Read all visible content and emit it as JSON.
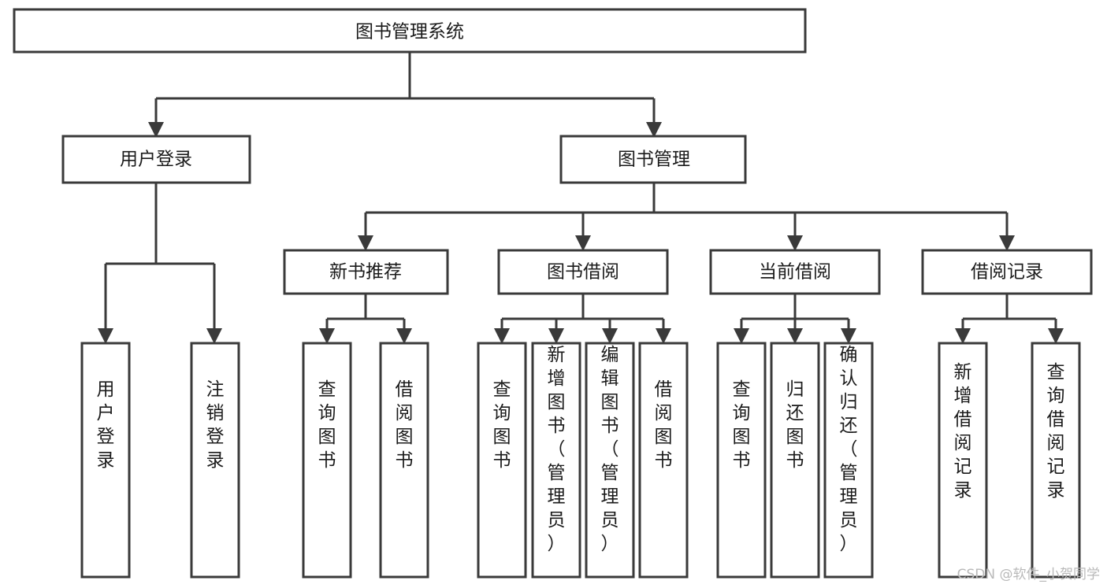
{
  "diagram": {
    "title": "图书管理系统",
    "type": "tree",
    "root": {
      "label": "图书管理系统",
      "orientation": "horizontal"
    },
    "level1": [
      {
        "label": "用户登录",
        "orientation": "horizontal"
      },
      {
        "label": "图书管理",
        "orientation": "horizontal"
      }
    ],
    "level2": [
      {
        "label": "新书推荐",
        "orientation": "horizontal"
      },
      {
        "label": "图书借阅",
        "orientation": "horizontal"
      },
      {
        "label": "当前借阅",
        "orientation": "horizontal"
      },
      {
        "label": "借阅记录",
        "orientation": "horizontal"
      }
    ],
    "leaves": {
      "user_login": [
        {
          "label": "用户登录",
          "orientation": "vertical"
        },
        {
          "label": "注销登录",
          "orientation": "vertical"
        }
      ],
      "new_book_recommend": [
        {
          "label": "查询图书",
          "orientation": "vertical"
        },
        {
          "label": "借阅图书",
          "orientation": "vertical"
        }
      ],
      "book_borrow": [
        {
          "label": "查询图书",
          "orientation": "vertical"
        },
        {
          "label": "新增图书（管理员）",
          "orientation": "vertical"
        },
        {
          "label": "编辑图书（管理员）",
          "orientation": "vertical"
        },
        {
          "label": "借阅图书",
          "orientation": "vertical"
        }
      ],
      "current_borrow": [
        {
          "label": "查询图书",
          "orientation": "vertical"
        },
        {
          "label": "归还图书",
          "orientation": "vertical"
        },
        {
          "label": "确认归还（管理员）",
          "orientation": "vertical"
        }
      ],
      "borrow_record": [
        {
          "label": "新增借阅记录",
          "orientation": "vertical"
        },
        {
          "label": "查询借阅记录",
          "orientation": "vertical"
        }
      ]
    },
    "colors": {
      "box_stroke": "#3a3a3a",
      "box_fill": "#ffffff",
      "text": "#1b1b1b",
      "background": "#ffffff",
      "watermark": "#b9b9b9"
    }
  },
  "watermark": {
    "text": "CSDN @软件_小贺同学"
  }
}
